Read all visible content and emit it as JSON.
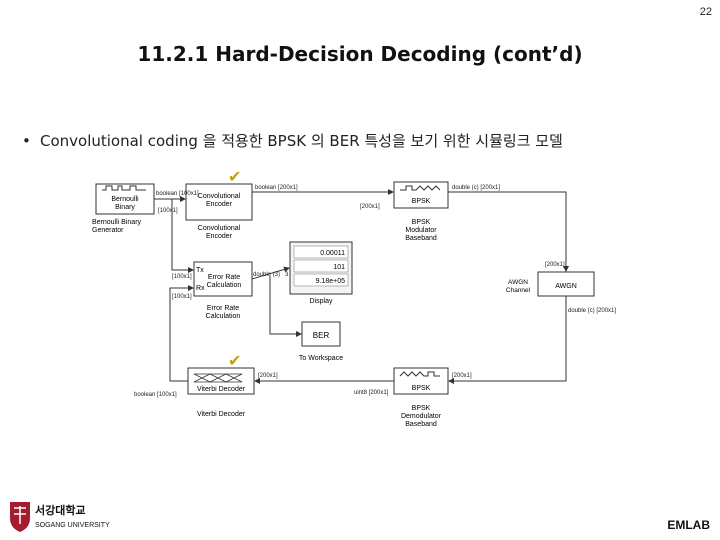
{
  "page_number": "22",
  "title": "11.2.1 Hard-Decision Decoding (cont’d)",
  "bullet": {
    "marker": "•",
    "text": "Convolutional coding 을 적용한 BPSK 의 BER 특성을 보기 위한 시뮬링크 모델"
  },
  "diagram": {
    "bernoulli": {
      "name": "Bernoulli\nBinary",
      "caption": "Bernoulli Binary\nGenerator"
    },
    "conv_encoder": {
      "name": "Convolutional\nEncoder",
      "caption": "Convolutional\nEncoder"
    },
    "bpsk_mod": {
      "name": "BPSK",
      "caption": "BPSK\nModulator\nBaseband"
    },
    "awgn": {
      "name": "AWGN",
      "caption": "AWGN\nChannel"
    },
    "bpsk_demod": {
      "name": "BPSK",
      "caption": "BPSK\nDemodulator\nBaseband"
    },
    "viterbi": {
      "name": "Viterbi Decoder",
      "caption": "Viterbi Decoder"
    },
    "error_rate": {
      "tx": "Tx",
      "rx": "Rx",
      "name": "Error Rate\nCalculation",
      "caption": "Error Rate\nCalculation"
    },
    "display": {
      "values": [
        "0.00011",
        "101",
        "9.18e+05"
      ],
      "caption": "Display"
    },
    "ber": {
      "name": "BER",
      "caption": "To Workspace"
    },
    "signal_labels": {
      "bool_100": "boolean [100x1]",
      "size_100": "[100x1]",
      "bool_200": "boolean [200x1]",
      "size_200": "[200x1]",
      "double_c_200": "double (c) [200x1]",
      "size_200b": "[200x1]",
      "double_c_200b": "double (c) [200x1]",
      "size_200c": "[200x1]",
      "uint8_200": "uint8 [200x1]",
      "size_200d": "[200x1]",
      "size_100b": "[100x1]",
      "size_100c": "[100x1]",
      "double3": "double (3)",
      "port3": "3",
      "bool_100b": "boolean [100x1]"
    }
  },
  "footer": {
    "university_ko": "서강대학교",
    "university_en": "SOGANG UNIVERSITY",
    "lab": "EMLAB"
  }
}
